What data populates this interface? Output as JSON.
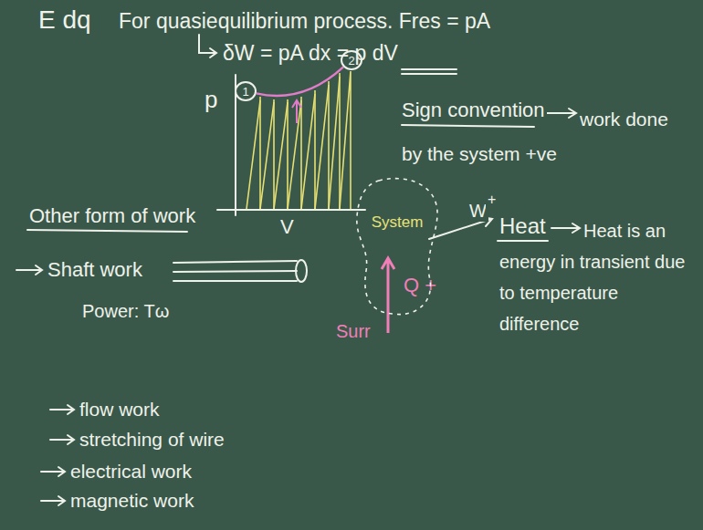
{
  "diagram": {
    "nodes": [
      {
        "text": [
          "1"
        ]
      },
      {
        "text": [
          "2"
        ]
      },
      {
        "text": [
          "System"
        ]
      }
    ],
    "edges": [
      {
        "from": 0,
        "to": 1,
        "arrow": "none"
      }
    ],
    "labels": [
      "E dq",
      "For quasiequilibrium process. Fres = pA",
      "δW = pA dx = p dV",
      "p",
      "V",
      "Sign convention",
      "work done by the system +ve",
      "Other form of work",
      "Shaft work",
      "Power: Tω",
      "flow work",
      "stretching of wire",
      "electrical work",
      "magnetic work",
      "W",
      "+",
      "Surr",
      "Q +",
      "Heat",
      "Heat is an energy in transient due to temperature difference"
    ]
  }
}
